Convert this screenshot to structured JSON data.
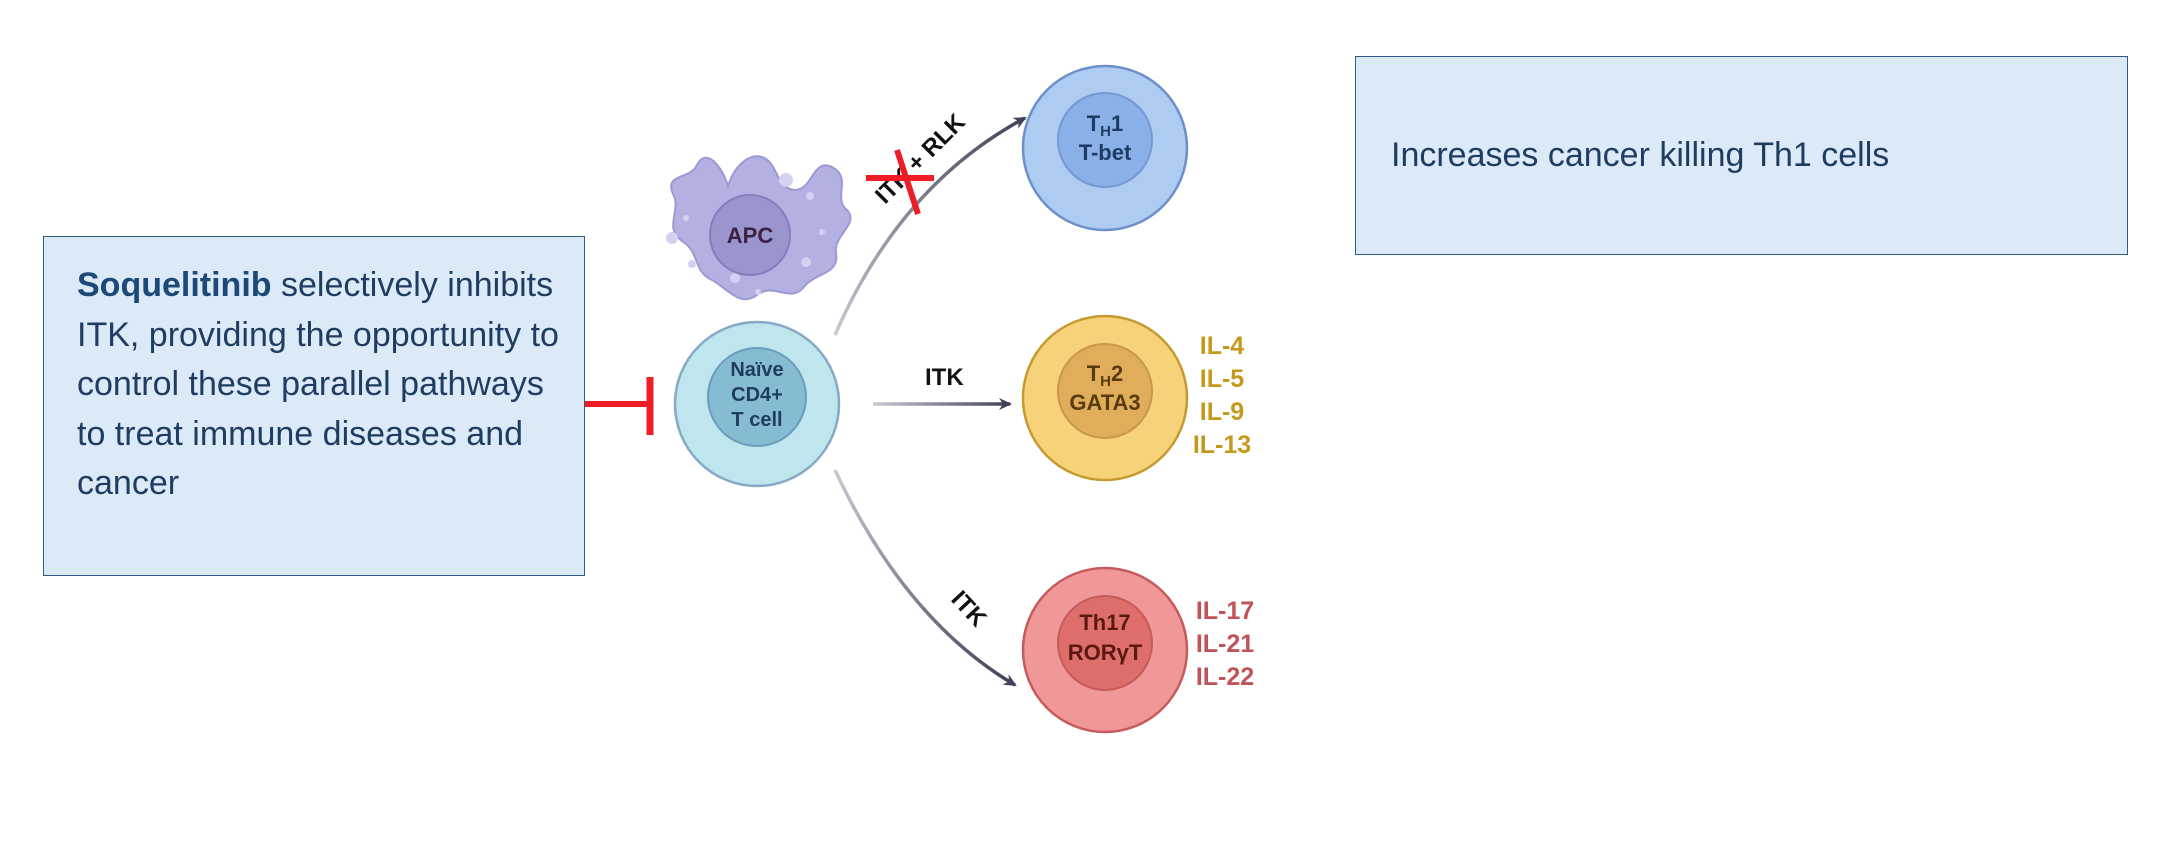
{
  "description_box": {
    "lead": "Soquelitinib",
    "text": " selectively inhibits ITK, providing the opportunity to control these parallel pathways to treat immune diseases and cancer"
  },
  "note_box": {
    "text": "Increases cancer killing Th1 cells"
  },
  "cells": {
    "apc": {
      "label": "APC"
    },
    "naive": {
      "line1": "Naïve",
      "line2": "CD4+",
      "line3": "T cell"
    },
    "th1": {
      "main": "T",
      "sub": "H",
      "suffix": "1",
      "line2": "T-bet"
    },
    "th2": {
      "main": "T",
      "sub": "H",
      "suffix": "2",
      "line2": "GATA3"
    },
    "th17": {
      "line1": "Th17",
      "line2": "RORγT"
    }
  },
  "pathways": {
    "top": "ITK + RLK",
    "middle": "ITK",
    "bottom": "ITK"
  },
  "cytokines": {
    "th2": [
      "IL-4",
      "IL-5",
      "IL-9",
      "IL-13"
    ],
    "th17": [
      "IL-17",
      "IL-21",
      "IL-22"
    ]
  },
  "colors": {
    "box_fill": "#dce9f6",
    "box_border": "#2e5d8a",
    "inhibitor": "#ee1c25",
    "th1": "#aecbf2",
    "th2": "#f6d27a",
    "th17": "#f09797",
    "naive": "#bfe5ef",
    "apc": "#b3b0e2"
  },
  "icons": {
    "inhibition": "t-bar-inhibitor-icon",
    "blocked": "red-cross-icon"
  }
}
